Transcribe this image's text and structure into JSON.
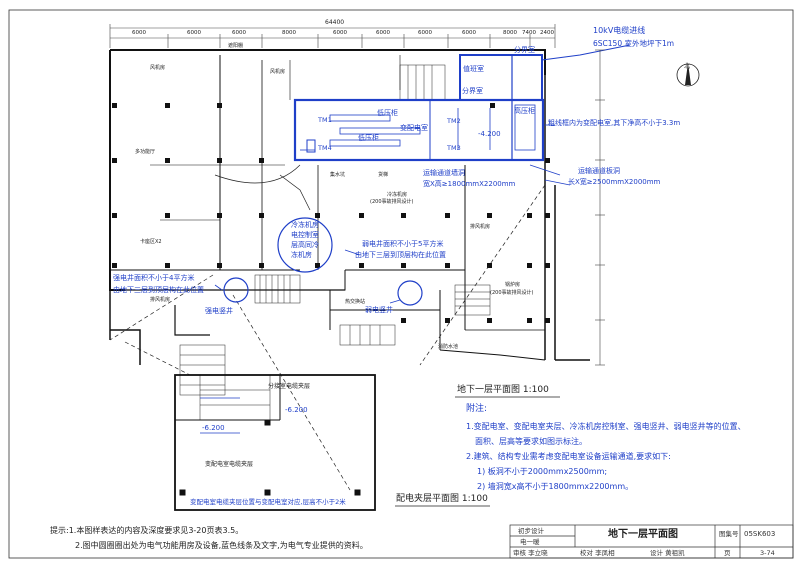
{
  "colors": {
    "blue": "#1f3fc8",
    "ink": "#222222",
    "paper": "#ffffff"
  },
  "top_dims": {
    "total": "64400",
    "spans": [
      "6000",
      "6000",
      "6000",
      "8000",
      "6000",
      "6000",
      "6000",
      "6000",
      "8000",
      "7400",
      "2400"
    ]
  },
  "cable_label": {
    "line1": "10kV电缆进线",
    "line2": "6SC150 室外地坪下1m"
  },
  "north_symbol": "北",
  "rooms_blue": {
    "high_voltage_cabinet_room": "高压柜",
    "transformer_room": "变配电室",
    "low_voltage_cabinet_1": "低压柜",
    "low_voltage_cabinet_2": "低压柜",
    "duty_room": "值班室",
    "divider_room": "分界室",
    "high_voltage_room": "高压柜",
    "tm1": "TM1",
    "tm2": "TM2",
    "tm3": "TM3",
    "tm4": "TM4",
    "elev_minus_4200": "-4.200",
    "elev_minus_6200_a": "-6.200",
    "elev_minus_6200_b": "-6.200"
  },
  "notes_blue": {
    "cable_trench": "粗线框内为变配电室,其下净高不小于3.3m",
    "transport_channel_1a": "运输通道墙洞",
    "transport_channel_1b": "宽X高≥1800mmX2200mm",
    "transport_channel_2a": "运输通道板洞",
    "transport_channel_2b": "长X宽≥2500mmX2000mm",
    "chiller_room": [
      "冷冻机房",
      "电控制室",
      "层高同冷",
      "冻机房"
    ],
    "weak_shaft_area_a": "弱电井面积不小于5平方米",
    "weak_shaft_area_b": "由地下三层到顶层构在此位置",
    "strong_shaft_area_a": "强电井面积不小于4平方米",
    "strong_shaft_area_b": "由地下三层到顶层构在此位置",
    "strong_shaft": "强电竖井",
    "weak_shaft": "弱电竖井",
    "mezzanine_position": "变配电室电缆夹层位置与变配电室对应,层高不小于2米",
    "mezzanine_label": "变配电室电缆夹层",
    "divider_mezzanine": "分接室电缆夹层"
  },
  "plan_titles": {
    "basement_plan": "地下一层平面图 1:100",
    "mezzanine_plan": "配电夹层平面图 1:100"
  },
  "appendix": {
    "heading": "附注:",
    "item1a": "1.变配电室、变配电室夹层、冷冻机房控制室、强电竖井、弱电竖井等的位置、",
    "item1b": "面积、层高等要求如图示标注。",
    "item2": "2.建筑、结构专业需考虑变配电室设备运输通道,要求如下:",
    "item2_1": "1)  板洞不小于2000mmx2500mm;",
    "item2_2": "2)  墙洞宽x高不小于1800mmx2200mm。"
  },
  "bottom_notes": {
    "line1": "提示:1.本图样表达的内容及深度要求见3-20页表3.5。",
    "line2": "2.图中圆圈圈出处为电气功能用房及设备,蓝色线条及文字,为电气专业提供的资料。"
  },
  "title_block": {
    "stage_label": "初步设计",
    "discipline": "电一暖",
    "drawing_title": "地下一层平面图",
    "atlas_label": "图集号",
    "atlas_no": "05SK603",
    "review": "审核 李立晓",
    "check": "校对 李凤相",
    "design": "设计 黄祖凯",
    "page_label": "页",
    "page_no": "3-74"
  },
  "small_rooms": [
    "遮阳棚",
    "风机房",
    "多功能厅",
    "卡座区X2",
    "风机房",
    "冷冻机房",
    "(200事故排风设计)",
    "货梯",
    "集水坑",
    "排风机房",
    "热交换站",
    "锅炉房",
    "(200事故排风设计)",
    "消防水池",
    "排风机房"
  ]
}
